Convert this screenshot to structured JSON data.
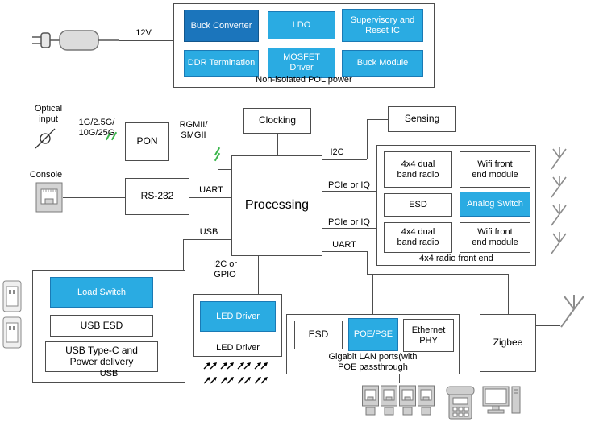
{
  "colors": {
    "block_blue": "#2aabe2",
    "block_dark_blue": "#1b75bc",
    "wire": "#4d4d4d",
    "bus_mark_green": "#39b54a"
  },
  "pol": {
    "group_label": "Non-isolated POL power",
    "buck_converter": "Buck Converter",
    "ldo": "LDO",
    "supervisory": "Supervisory and\nReset IC",
    "ddr_termination": "DDR Termination",
    "mosfet_driver": "MOSFET\nDriver",
    "buck_module": "Buck Module"
  },
  "left": {
    "supply_label": "12V",
    "optical_label": "Optical\ninput",
    "optical_rates": "1G/2.5G/\n10G/25G",
    "console_label": "Console"
  },
  "blocks": {
    "pon": "PON",
    "clocking": "Clocking",
    "sensing": "Sensing",
    "rs232": "RS-232",
    "processing": "Processing",
    "zigbee": "Zigbee"
  },
  "wires": {
    "rgmii": "RGMII/\nSMGII",
    "i2c": "I2C",
    "uart_rs232": "UART",
    "usb": "USB",
    "pcie_top": "PCIe or IQ",
    "pcie_bottom": "PCIe or IQ",
    "uart_zigbee": "UART",
    "i2c_gpio": "I2C or\nGPIO"
  },
  "radio": {
    "group_label": "4x4 radio front end",
    "radio_top": "4x4 dual\nband radio",
    "fem_top": "Wifi front\nend module",
    "esd": "ESD",
    "analog_switch": "Analog Switch",
    "radio_bottom": "4x4 dual\nband radio",
    "fem_bottom": "Wifi front\nend module"
  },
  "usb": {
    "group_label": "USB",
    "load_switch": "Load Switch",
    "usb_esd": "USB ESD",
    "type_c": "USB Type-C and\nPower delivery"
  },
  "led": {
    "group_label": "LED Driver",
    "driver": "LED Driver"
  },
  "lan": {
    "group_label": "Gigabit LAN ports(with\nPOE passthrough",
    "esd": "ESD",
    "poe_pse": "POE/PSE",
    "phy": "Ethernet\nPHY"
  }
}
